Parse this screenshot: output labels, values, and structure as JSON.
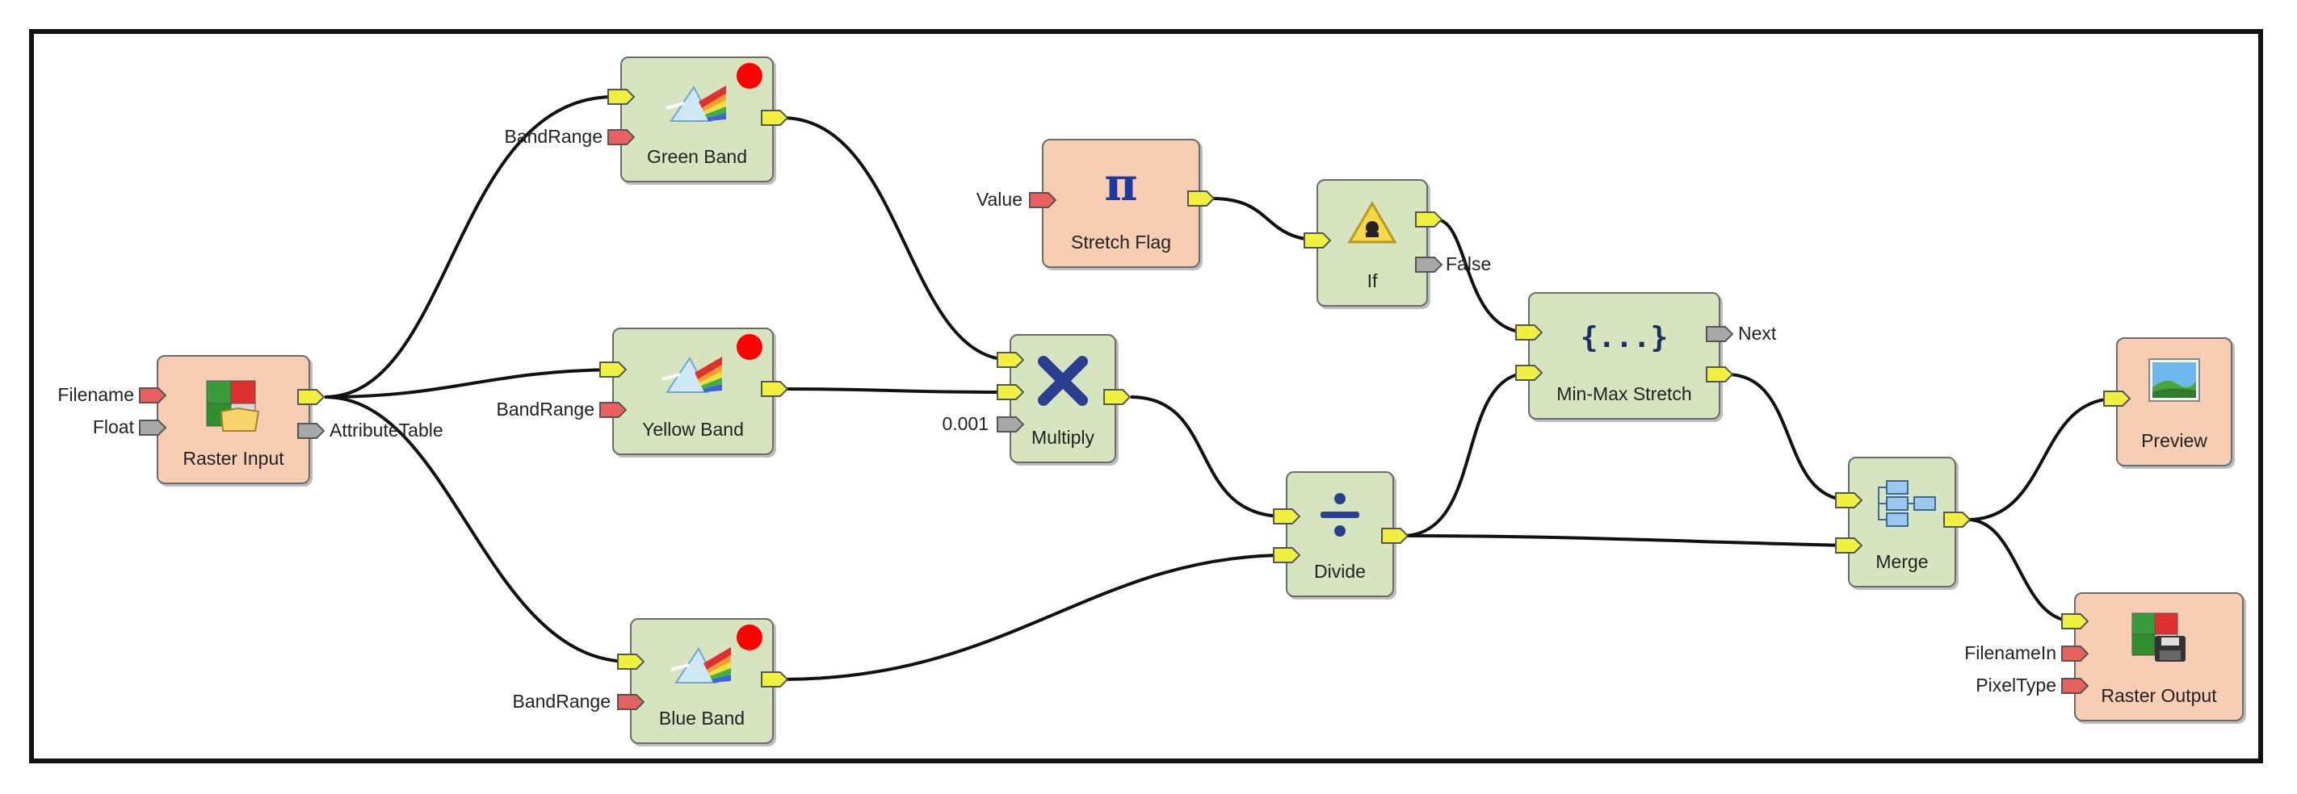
{
  "nodes": {
    "raster_input": {
      "label": "Raster Input"
    },
    "green_band": {
      "label": "Green Band"
    },
    "yellow_band": {
      "label": "Yellow Band"
    },
    "blue_band": {
      "label": "Blue Band"
    },
    "stretch_flag": {
      "label": "Stretch Flag",
      "icon": "π"
    },
    "if": {
      "label": "If"
    },
    "multiply": {
      "label": "Multiply"
    },
    "divide": {
      "label": "Divide"
    },
    "min_max_stretch": {
      "label": "Min-Max Stretch",
      "icon": "{...}"
    },
    "merge": {
      "label": "Merge"
    },
    "preview": {
      "label": "Preview"
    },
    "raster_output": {
      "label": "Raster Output"
    }
  },
  "port_labels": {
    "filename": "Filename",
    "float": "Float",
    "attribute_table": "AttributeTable",
    "band_range_green": "BandRange",
    "band_range_yellow": "BandRange",
    "band_range_blue": "BandRange",
    "value": "Value",
    "false": "False",
    "next": "Next",
    "constant": "0.001",
    "filename_in": "FilenameIn",
    "pixel_type": "PixelType"
  },
  "colors": {
    "tool_node": "#d6e5c0",
    "data_node": "#f7cdb3",
    "input_port": "#f0f040",
    "param_port": "#e86060",
    "optional_port": "#a8a8a8",
    "error_dot": "#ff0000"
  }
}
